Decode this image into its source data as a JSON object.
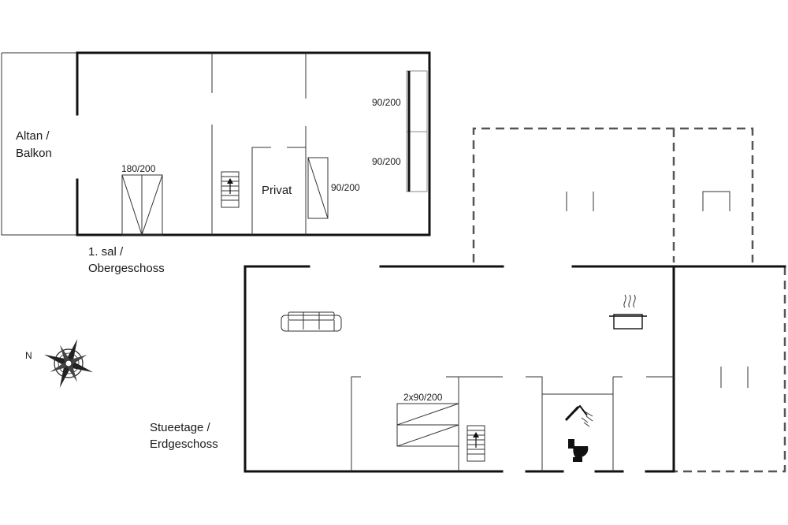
{
  "labels": {
    "balcony_line1": "Altan /",
    "balcony_line2": "Balkon",
    "upper_floor_line1": "1. sal /",
    "upper_floor_line2": "Obergeschoss",
    "ground_floor_line1": "Stueetage /",
    "ground_floor_line2": "Erdgeschoss",
    "privat": "Privat",
    "north": "N"
  },
  "beds": {
    "upper_double": "180/200",
    "upper_single_a": "90/200",
    "upper_single_b": "90/200",
    "upper_single_c": "90/200",
    "ground_bunk": "2x90/200"
  },
  "icons": [
    "compass-rose-icon",
    "sofa-icon",
    "cooking-pot-icon",
    "toilet-icon",
    "shower-icon",
    "staircase-icon"
  ],
  "colors": {
    "wall": "#111111",
    "background": "#ffffff",
    "dashed_wall": "#555555"
  }
}
